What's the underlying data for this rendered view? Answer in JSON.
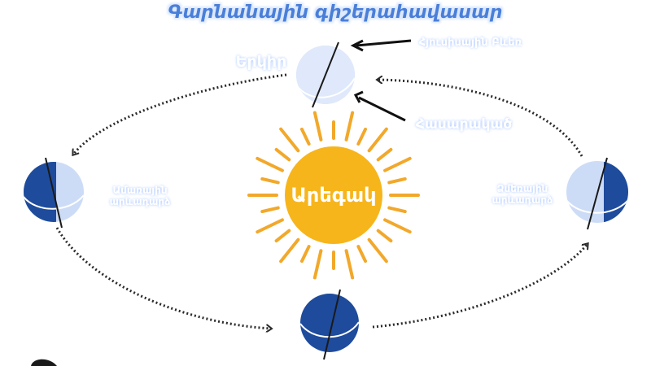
{
  "title": "Գարնանային գիշերահավասար",
  "labels": {
    "earth": "Երկիր",
    "north_pole": "Հյուսիսային Բևեռ",
    "equator": "Հասարակած",
    "sun": "Արեգակ",
    "left_line1": "Ամառային",
    "left_line2": "արևադարձ",
    "right_line1": "Ձմեռային",
    "right_line2": "արևադարձ"
  },
  "colors": {
    "title_fill": "#4a7fd8",
    "title_glow": "#d6e6ff",
    "sun_core": "#f7b51c",
    "sun_rays": "#f2a82a",
    "earth_light": "#cddcf6",
    "earth_dark": "#1e4b9c",
    "orbit": "#2a2a2a",
    "note_blue": "#5d8fe6"
  }
}
